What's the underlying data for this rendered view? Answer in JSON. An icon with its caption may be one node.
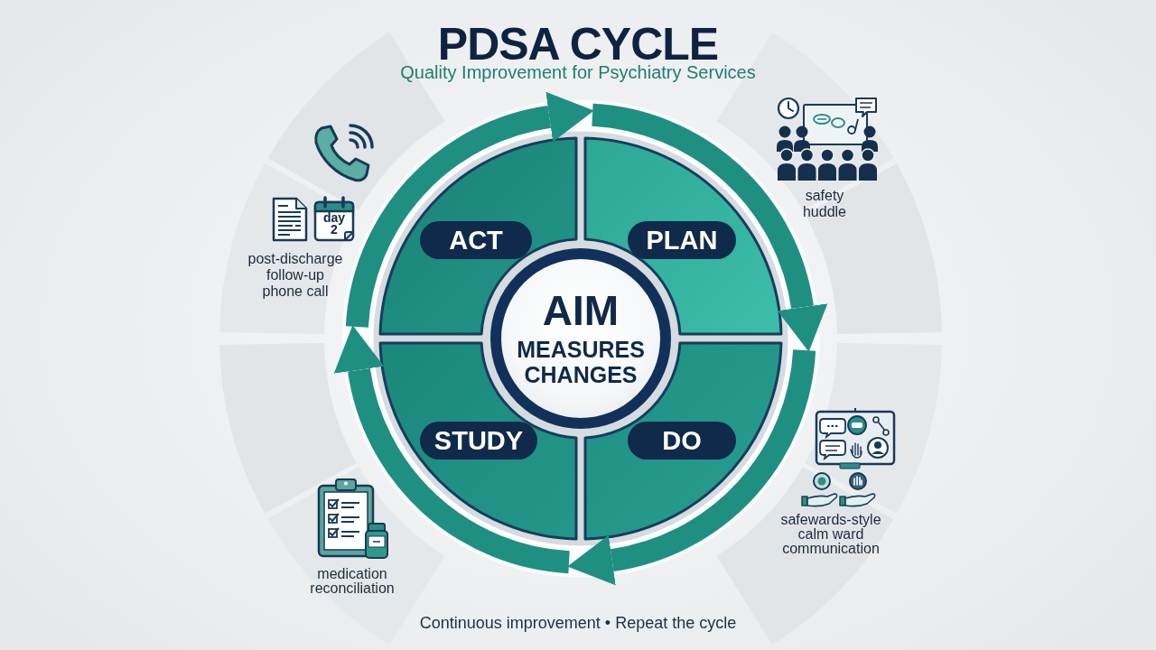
{
  "diagram": {
    "title": "PDSA CYCLE",
    "caption": "Continuous improvement • Repeat the cycle",
    "nodes": [
      {
        "text": [
          "ACT"
        ]
      },
      {
        "text": [
          "PLAN"
        ]
      },
      {
        "text": [
          "AIM",
          "MEASURES",
          "CHANGES"
        ]
      },
      {
        "text": [
          "STUDY"
        ]
      },
      {
        "text": [
          "DO"
        ]
      }
    ],
    "edges": [
      {
        "from": 0,
        "to": 1,
        "arrow": "to"
      },
      {
        "from": 1,
        "to": 4,
        "arrow": "to"
      },
      {
        "from": 4,
        "to": 3,
        "arrow": "to"
      },
      {
        "from": 3,
        "to": 0,
        "arrow": "to"
      }
    ],
    "labels": [
      "Quality Improvement for Psychiatry Services",
      "safety huddle",
      "day 2",
      "post-discharge follow-up phone call",
      "safewards-style calm ward communication",
      "medication reconciliation"
    ]
  }
}
